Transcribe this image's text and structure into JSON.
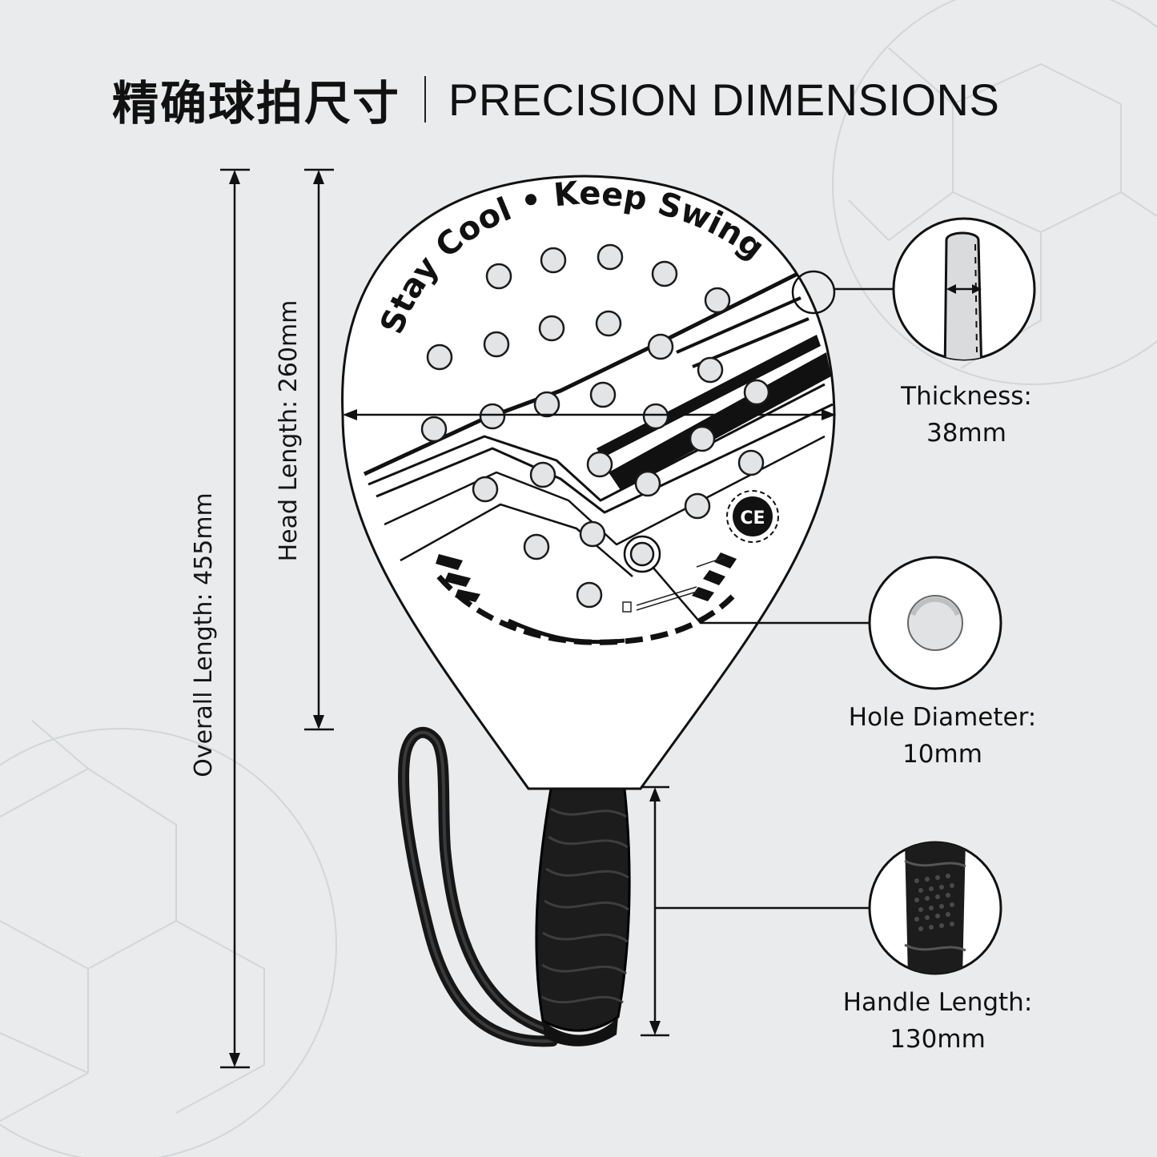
{
  "title": {
    "chinese": "精确球拍尺寸",
    "english": "PRECISION DIMENSIONS"
  },
  "paddle": {
    "slogan": "Stay Cool • Keep Swinging",
    "badge": "CE"
  },
  "dimensions": {
    "overall": "Overall Length: 455mm",
    "head": "Head Length: 260mm"
  },
  "callouts": {
    "thickness": {
      "label": "Thickness:",
      "value": "38mm"
    },
    "hole": {
      "label": "Hole Diameter:",
      "value": "10mm"
    },
    "handle": {
      "label": "Handle Length:",
      "value": "130mm"
    }
  },
  "colors": {
    "background": "#e9ebec",
    "ink": "#111111",
    "hole_fill": "#e2e4e5",
    "grip": "#1c1c1c"
  },
  "icons": [
    "measure-arrow",
    "zoom-circle",
    "ce-badge"
  ]
}
